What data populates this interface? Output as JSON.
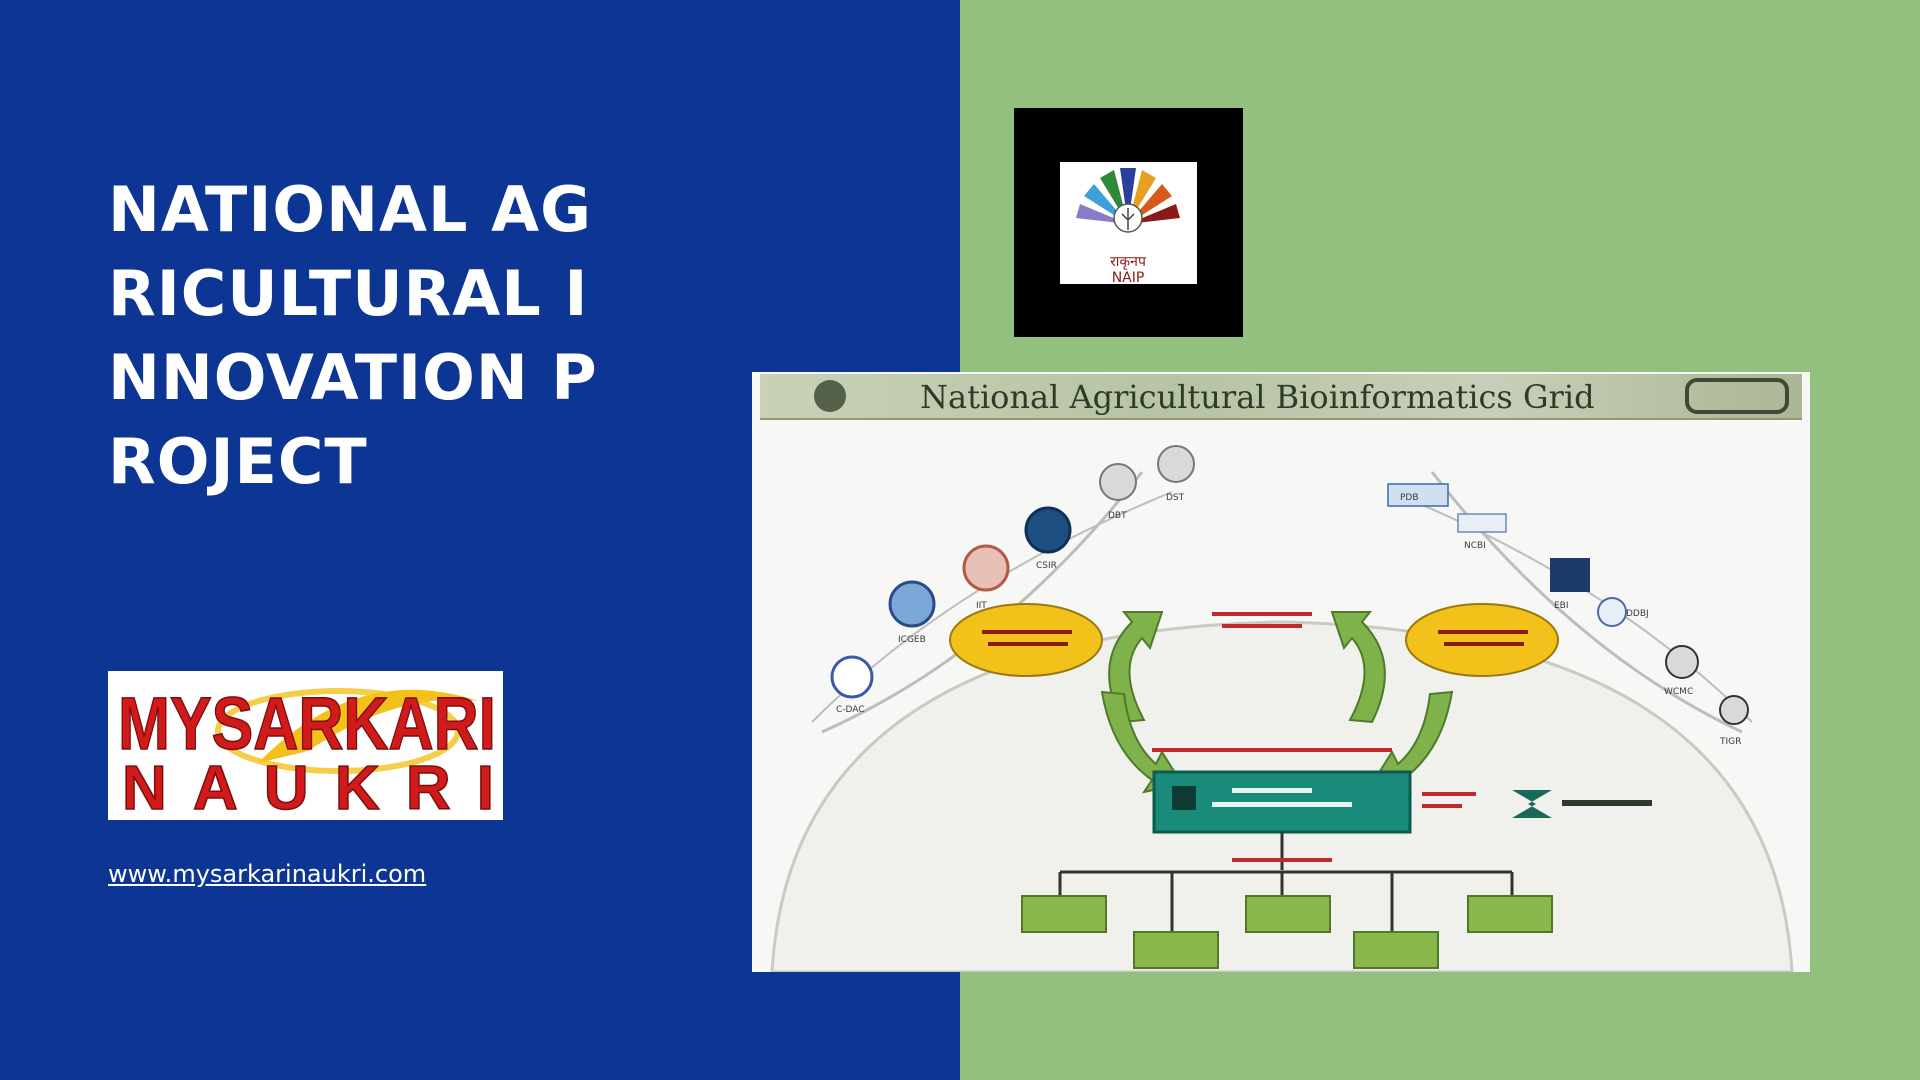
{
  "left": {
    "title": "NATIONAL AGRICULTURAL INNOVATION PROJECT",
    "brand": {
      "line1": "MYSARKARI",
      "line2": "NAUKRI"
    },
    "website": "www.mysarkarinaukri.com"
  },
  "naip_logo": {
    "hindi_text": "राकृनप",
    "abbr": "NAIP"
  },
  "figure": {
    "title": "National Agricultural Bioinformatics Grid",
    "left_partners": [
      "C-DAC",
      "ICGEB",
      "IIT",
      "CSIR",
      "DBT",
      "DST"
    ],
    "right_partners": [
      "PDB",
      "NCBI",
      "EBI",
      "DDBJ",
      "WCMC",
      "TIGR"
    ]
  },
  "colors": {
    "left_panel": "#0d3593",
    "right_panel": "#93c07e",
    "brand_red": "#d11a1a",
    "brand_yellow": "#f2c21b"
  }
}
